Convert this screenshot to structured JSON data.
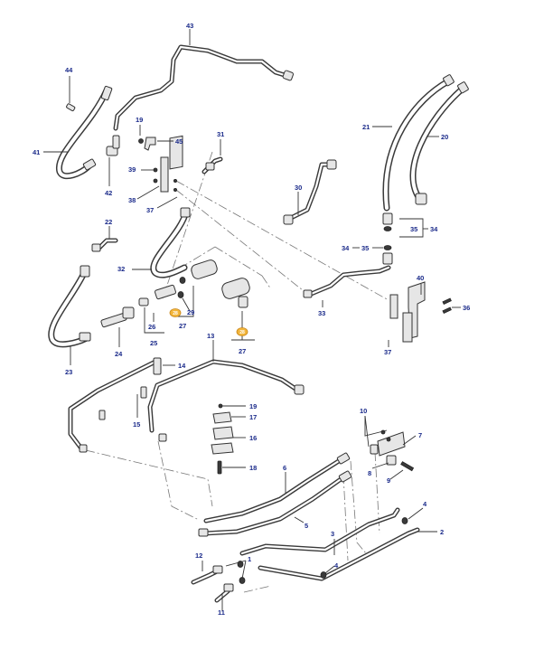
{
  "diagram": {
    "callouts": [
      {
        "id": "c43",
        "text": "43"
      },
      {
        "id": "c44",
        "text": "44"
      },
      {
        "id": "c41",
        "text": "41"
      },
      {
        "id": "c19a",
        "text": "19"
      },
      {
        "id": "c45",
        "text": "45"
      },
      {
        "id": "c42",
        "text": "42"
      },
      {
        "id": "c39",
        "text": "39"
      },
      {
        "id": "c38",
        "text": "38"
      },
      {
        "id": "c37a",
        "text": "37"
      },
      {
        "id": "c31",
        "text": "31"
      },
      {
        "id": "c21",
        "text": "21"
      },
      {
        "id": "c20",
        "text": "20"
      },
      {
        "id": "c30",
        "text": "30"
      },
      {
        "id": "c35a",
        "text": "35"
      },
      {
        "id": "c34a",
        "text": "34"
      },
      {
        "id": "c34b",
        "text": "34"
      },
      {
        "id": "c35b",
        "text": "35"
      },
      {
        "id": "c22",
        "text": "22"
      },
      {
        "id": "c32",
        "text": "32"
      },
      {
        "id": "c29",
        "text": "29"
      },
      {
        "id": "c27a",
        "text": "27"
      },
      {
        "id": "c26",
        "text": "26"
      },
      {
        "id": "c25",
        "text": "25"
      },
      {
        "id": "c24",
        "text": "24"
      },
      {
        "id": "c23",
        "text": "23"
      },
      {
        "id": "c27b",
        "text": "27"
      },
      {
        "id": "c33",
        "text": "33"
      },
      {
        "id": "c40",
        "text": "40"
      },
      {
        "id": "c36",
        "text": "36"
      },
      {
        "id": "c37b",
        "text": "37"
      },
      {
        "id": "c13",
        "text": "13"
      },
      {
        "id": "c14",
        "text": "14"
      },
      {
        "id": "c15",
        "text": "15"
      },
      {
        "id": "c19b",
        "text": "19"
      },
      {
        "id": "c17",
        "text": "17"
      },
      {
        "id": "c16",
        "text": "16"
      },
      {
        "id": "c18",
        "text": "18"
      },
      {
        "id": "c10",
        "text": "10"
      },
      {
        "id": "c7",
        "text": "7"
      },
      {
        "id": "c8",
        "text": "8"
      },
      {
        "id": "c9",
        "text": "9"
      },
      {
        "id": "c6",
        "text": "6"
      },
      {
        "id": "c5",
        "text": "5"
      },
      {
        "id": "c4a",
        "text": "4"
      },
      {
        "id": "c2",
        "text": "2"
      },
      {
        "id": "c3",
        "text": "3"
      },
      {
        "id": "c4b",
        "text": "4"
      },
      {
        "id": "c12",
        "text": "12"
      },
      {
        "id": "c1",
        "text": "1"
      },
      {
        "id": "c11",
        "text": "11"
      }
    ],
    "badges": [
      {
        "id": "b28a",
        "text": "28"
      },
      {
        "id": "b28b",
        "text": "28"
      }
    ],
    "colors": {
      "label": "#1a2a8a",
      "line": "#3a3a3a",
      "badge": "#f2b53a"
    }
  }
}
